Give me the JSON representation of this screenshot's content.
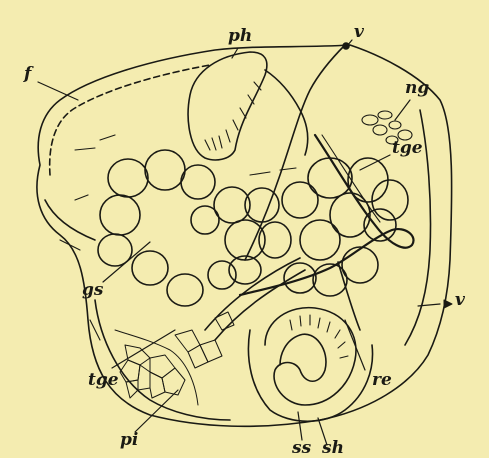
{
  "figure": {
    "labels": {
      "f": "f",
      "ph": "ph",
      "v_top": "v",
      "ng": "ng",
      "tge_right": "tge",
      "gs": "gs",
      "v_right": "v",
      "tge_left": "tge",
      "re": "re",
      "pi": "pi",
      "ss": "ss",
      "sh": "sh"
    },
    "colors": {
      "paper": "#f4ecb0",
      "ink": "#1a1a14"
    }
  }
}
